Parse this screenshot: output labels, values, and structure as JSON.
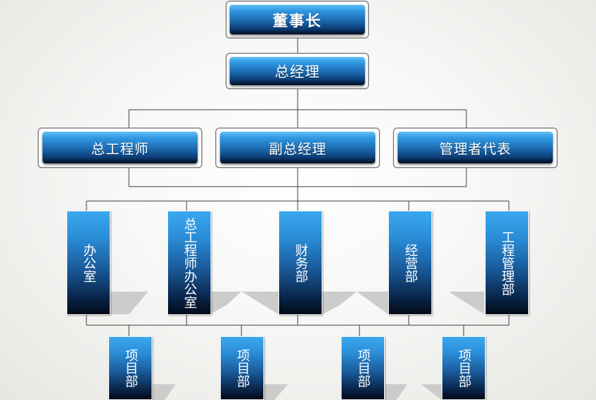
{
  "top": {
    "chairman": "董事长",
    "general_manager": "总经理"
  },
  "second_level": [
    "总工程师",
    "副总经理",
    "管理者代表"
  ],
  "departments": [
    "办公室",
    "总工程师办公室",
    "财务部",
    "经营部",
    "工程管理部"
  ],
  "projects": [
    "项目部",
    "项目部",
    "项目部",
    "项目部"
  ],
  "colors": {
    "box_top": "#3aa8ee",
    "box_bottom": "#020a18",
    "line": "#3a3a3a",
    "background": "#f5f5f3"
  }
}
